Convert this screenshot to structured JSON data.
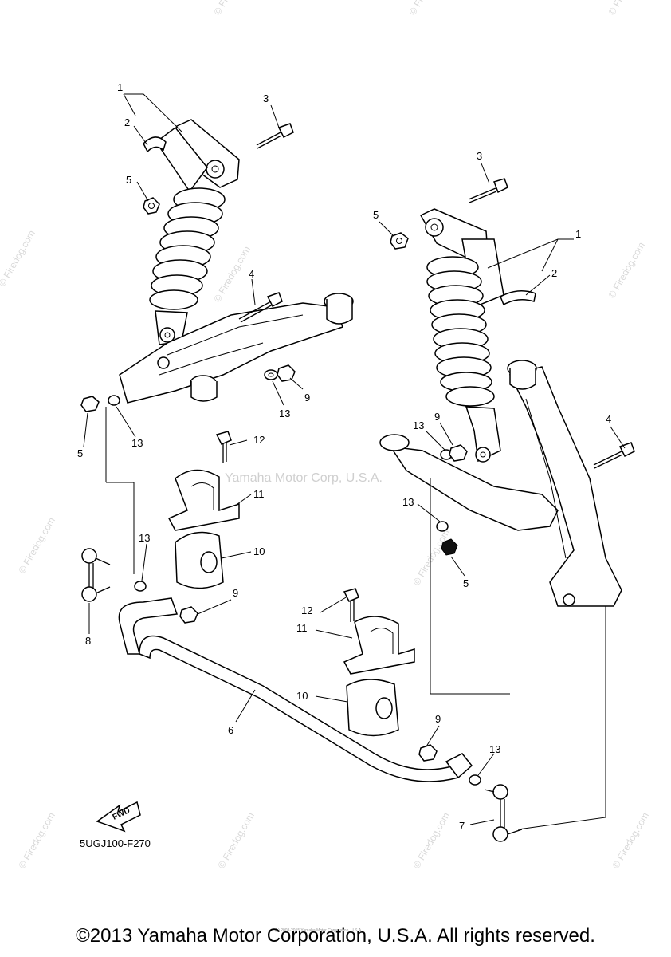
{
  "title": "",
  "callouts": {
    "n1a": "1",
    "n2a": "2",
    "n3a": "3",
    "n5a": "5",
    "n4a": "4",
    "n9a": "9",
    "n13a": "13",
    "n5b": "5",
    "n13b": "13",
    "n12a": "12",
    "n11a": "11",
    "n10a": "10",
    "n13c": "13",
    "n9b": "9",
    "n8": "8",
    "n3b": "3",
    "n5c": "5",
    "n1b": "1",
    "n2b": "2",
    "n13d": "13",
    "n9c": "9",
    "n4b": "4",
    "n13e": "13",
    "n5d": "5",
    "n12b": "12",
    "n11b": "11",
    "n10b": "10",
    "n6": "6",
    "n9d": "9",
    "n13f": "13",
    "n7": "7"
  },
  "fwd_label": "FWD",
  "part_code": "5UGJ100-F270",
  "center_watermark": "Yamaha Motor Corp, U.S.A.",
  "watermark_text": "© Firedog.com",
  "small_print": "(c) 2003-2015 Yamaha Motor Corporation, U.S.A.",
  "copyright": "©2013 Yamaha Motor Corporation, U.S.A. All rights reserved."
}
